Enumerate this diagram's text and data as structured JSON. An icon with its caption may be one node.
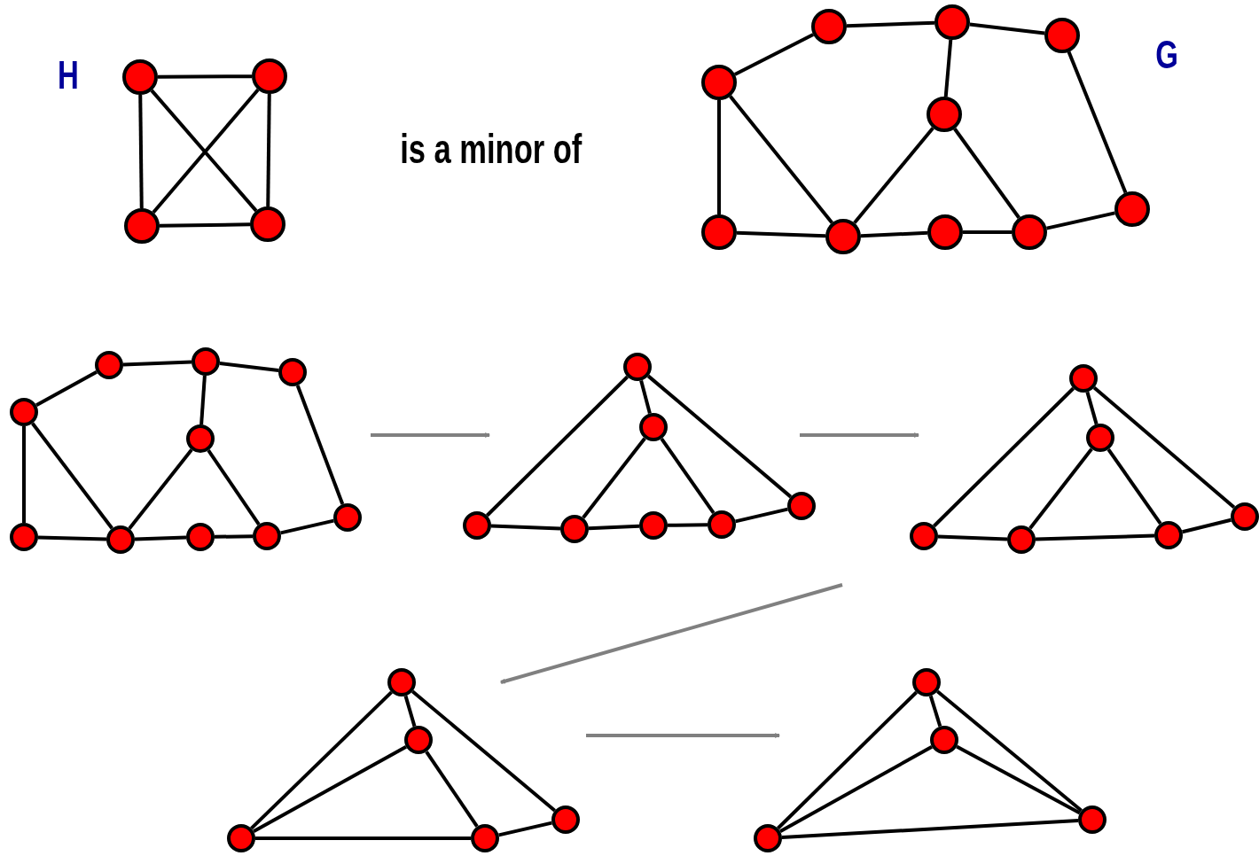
{
  "diagram": {
    "nodes": [
      {
        "text": [],
        "shape": "circle"
      },
      {
        "text": [],
        "shape": "circle"
      },
      {
        "text": [],
        "shape": "circle"
      },
      {
        "text": [],
        "shape": "circle"
      },
      {
        "text": [],
        "shape": "circle"
      },
      {
        "text": [],
        "shape": "circle"
      },
      {
        "text": [],
        "shape": "circle"
      },
      {
        "text": [],
        "shape": "circle"
      },
      {
        "text": [],
        "shape": "circle"
      },
      {
        "text": [],
        "shape": "circle"
      },
      {
        "text": [],
        "shape": "circle"
      },
      {
        "text": [],
        "shape": "circle"
      },
      {
        "text": [],
        "shape": "circle"
      },
      {
        "text": [],
        "shape": "circle"
      },
      {
        "text": [],
        "shape": "circle"
      },
      {
        "text": [],
        "shape": "circle"
      },
      {
        "text": [],
        "shape": "circle"
      },
      {
        "text": [],
        "shape": "circle"
      },
      {
        "text": [],
        "shape": "circle"
      },
      {
        "text": [],
        "shape": "circle"
      },
      {
        "text": [],
        "shape": "circle"
      },
      {
        "text": [],
        "shape": "circle"
      },
      {
        "text": [],
        "shape": "circle"
      },
      {
        "text": [],
        "shape": "circle"
      },
      {
        "text": [],
        "shape": "circle"
      },
      {
        "text": [],
        "shape": "circle"
      },
      {
        "text": [],
        "shape": "circle"
      },
      {
        "text": [],
        "shape": "circle"
      },
      {
        "text": [],
        "shape": "circle"
      },
      {
        "text": [],
        "shape": "circle"
      },
      {
        "text": [],
        "shape": "circle"
      },
      {
        "text": [],
        "shape": "circle"
      },
      {
        "text": [],
        "shape": "circle"
      },
      {
        "text": [],
        "shape": "circle"
      },
      {
        "text": [],
        "shape": "circle"
      },
      {
        "text": [],
        "shape": "circle"
      },
      {
        "text": [],
        "shape": "circle"
      },
      {
        "text": [],
        "shape": "circle"
      },
      {
        "text": [],
        "shape": "circle"
      },
      {
        "text": [],
        "shape": "circle"
      },
      {
        "text": [],
        "shape": "circle"
      },
      {
        "text": [],
        "shape": "circle"
      },
      {
        "text": [],
        "shape": "circle"
      },
      {
        "text": [],
        "shape": "circle"
      },
      {
        "text": [],
        "shape": "circle"
      },
      {
        "text": [],
        "shape": "circle"
      }
    ],
    "edges": [
      {
        "from": 0,
        "to": 1,
        "arrow": "none"
      },
      {
        "from": 0,
        "to": 2,
        "arrow": "none"
      },
      {
        "from": 0,
        "to": 3,
        "arrow": "none"
      },
      {
        "from": 1,
        "to": 2,
        "arrow": "none"
      },
      {
        "from": 1,
        "to": 3,
        "arrow": "none"
      },
      {
        "from": 2,
        "to": 3,
        "arrow": "none"
      },
      {
        "from": 7,
        "to": 5,
        "arrow": "none"
      },
      {
        "from": 5,
        "to": 4,
        "arrow": "none"
      },
      {
        "from": 4,
        "to": 6,
        "arrow": "none"
      },
      {
        "from": 4,
        "to": 8,
        "arrow": "none"
      },
      {
        "from": 7,
        "to": 10,
        "arrow": "none"
      },
      {
        "from": 7,
        "to": 11,
        "arrow": "none"
      },
      {
        "from": 8,
        "to": 11,
        "arrow": "none"
      },
      {
        "from": 8,
        "to": 13,
        "arrow": "none"
      },
      {
        "from": 6,
        "to": 9,
        "arrow": "none"
      },
      {
        "from": 9,
        "to": 13,
        "arrow": "none"
      },
      {
        "from": 10,
        "to": 11,
        "arrow": "none"
      },
      {
        "from": 11,
        "to": 12,
        "arrow": "none"
      },
      {
        "from": 12,
        "to": 13,
        "arrow": "none"
      },
      {
        "from": 17,
        "to": 15,
        "arrow": "none"
      },
      {
        "from": 15,
        "to": 14,
        "arrow": "none"
      },
      {
        "from": 14,
        "to": 16,
        "arrow": "none"
      },
      {
        "from": 14,
        "to": 18,
        "arrow": "none"
      },
      {
        "from": 17,
        "to": 20,
        "arrow": "none"
      },
      {
        "from": 17,
        "to": 21,
        "arrow": "none"
      },
      {
        "from": 18,
        "to": 21,
        "arrow": "none"
      },
      {
        "from": 18,
        "to": 23,
        "arrow": "none"
      },
      {
        "from": 16,
        "to": 19,
        "arrow": "none"
      },
      {
        "from": 19,
        "to": 23,
        "arrow": "none"
      },
      {
        "from": 20,
        "to": 21,
        "arrow": "none"
      },
      {
        "from": 21,
        "to": 22,
        "arrow": "none"
      },
      {
        "from": 22,
        "to": 23,
        "arrow": "none"
      },
      {
        "from": 24,
        "to": 25,
        "arrow": "none"
      },
      {
        "from": 24,
        "to": 26,
        "arrow": "none"
      },
      {
        "from": 24,
        "to": 27,
        "arrow": "none"
      },
      {
        "from": 25,
        "to": 28,
        "arrow": "none"
      },
      {
        "from": 25,
        "to": 30,
        "arrow": "none"
      },
      {
        "from": 27,
        "to": 28,
        "arrow": "none"
      },
      {
        "from": 28,
        "to": 29,
        "arrow": "none"
      },
      {
        "from": 29,
        "to": 30,
        "arrow": "none"
      },
      {
        "from": 30,
        "to": 26,
        "arrow": "none"
      },
      {
        "from": 31,
        "to": 32,
        "arrow": "none"
      },
      {
        "from": 31,
        "to": 33,
        "arrow": "none"
      },
      {
        "from": 31,
        "to": 34,
        "arrow": "none"
      },
      {
        "from": 32,
        "to": 35,
        "arrow": "none"
      },
      {
        "from": 32,
        "to": 36,
        "arrow": "none"
      },
      {
        "from": 34,
        "to": 35,
        "arrow": "none"
      },
      {
        "from": 35,
        "to": 36,
        "arrow": "none"
      },
      {
        "from": 36,
        "to": 33,
        "arrow": "none"
      },
      {
        "from": 37,
        "to": 38,
        "arrow": "none"
      },
      {
        "from": 37,
        "to": 39,
        "arrow": "none"
      },
      {
        "from": 37,
        "to": 40,
        "arrow": "none"
      },
      {
        "from": 38,
        "to": 40,
        "arrow": "none"
      },
      {
        "from": 38,
        "to": 41,
        "arrow": "none"
      },
      {
        "from": 40,
        "to": 41,
        "arrow": "none"
      },
      {
        "from": 41,
        "to": 39,
        "arrow": "none"
      },
      {
        "from": 42,
        "to": 43,
        "arrow": "none"
      },
      {
        "from": 42,
        "to": 44,
        "arrow": "none"
      },
      {
        "from": 42,
        "to": 45,
        "arrow": "none"
      },
      {
        "from": 43,
        "to": 45,
        "arrow": "none"
      },
      {
        "from": 43,
        "to": 44,
        "arrow": "none"
      },
      {
        "from": 45,
        "to": 44,
        "arrow": "none"
      }
    ],
    "labels": [
      "H",
      "is a minor of",
      "G"
    ]
  }
}
